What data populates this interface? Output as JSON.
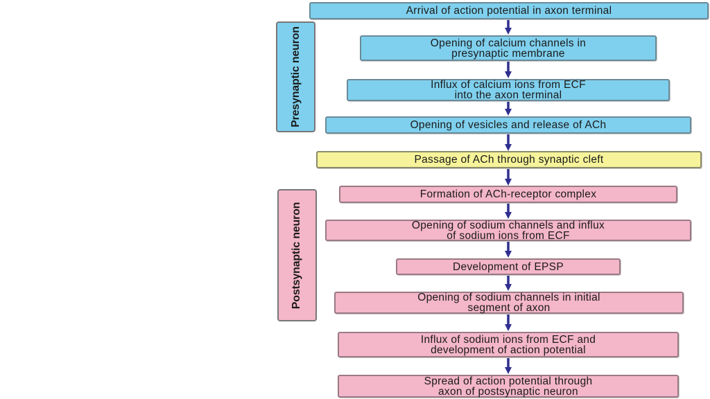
{
  "labels": {
    "presynaptic": "Presynaptic neuron",
    "postsynaptic": "Postsynaptic neuron"
  },
  "steps": [
    "Arrival of action potential in axon terminal",
    "Opening of calcium channels in\npresynaptic membrane",
    "Influx of calcium ions from ECF\ninto the axon terminal",
    "Opening of vesicles and release of ACh",
    "Passage of ACh through synaptic cleft",
    "Formation of ACh-receptor complex",
    "Opening of sodium channels and influx\nof sodium ions from ECF",
    "Development of EPSP",
    "Opening of sodium channels in initial\nsegment of axon",
    "Influx of sodium ions from ECF and\ndevelopment of action potential",
    "Spread of action potential through\naxon of postsynaptic neuron"
  ],
  "colors": {
    "presynaptic": "#7fd0ee",
    "cleft": "#f6f39a",
    "postsynaptic": "#f4b6c9",
    "arrow": "#2e2f8f"
  }
}
